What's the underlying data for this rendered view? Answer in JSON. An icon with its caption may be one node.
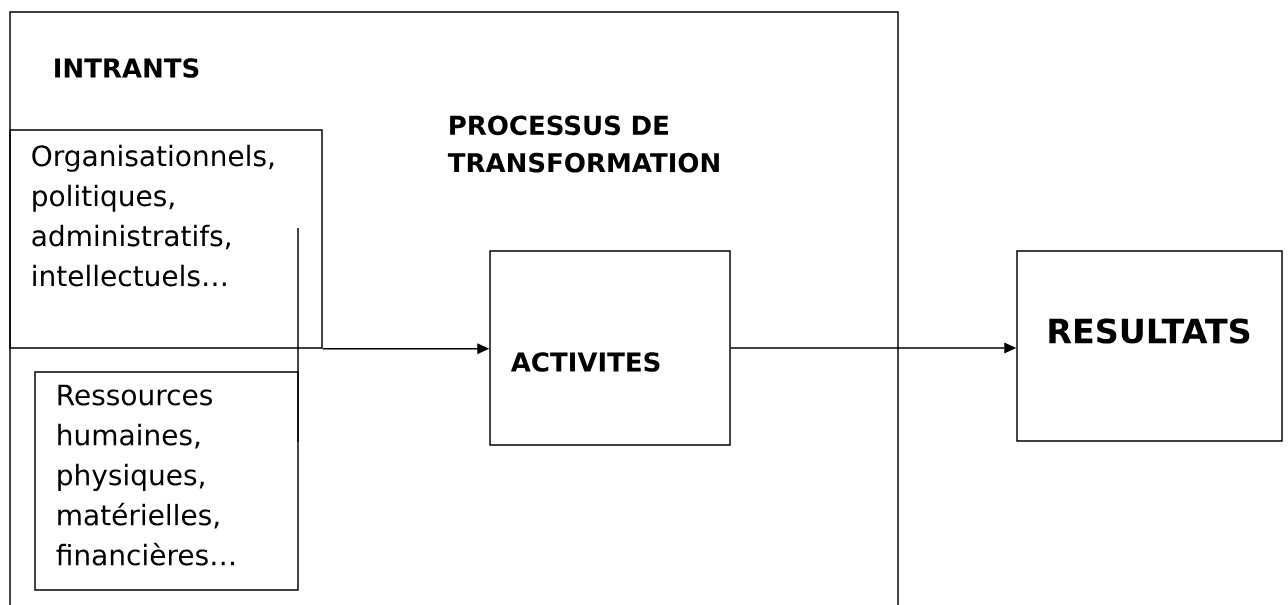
{
  "diagram": {
    "nodes": [
      {
        "text": [
          "INTRANTS",
          "PROCESSUS DE TRANSFORMATION"
        ]
      },
      {
        "text": [
          "Organisationnels, politiques, administratifs, intellectuels…"
        ],
        "in": 0
      },
      {
        "text": [
          "Ressources humaines, physiques, matérielles, financières…"
        ],
        "in": 0
      },
      {
        "text": [
          "ACTIVITES"
        ],
        "in": 0
      },
      {
        "text": [
          "RESULTATS"
        ]
      }
    ],
    "edges": [
      {
        "from": 1,
        "to": 3,
        "arrow": "to"
      },
      {
        "from": 3,
        "to": 4,
        "arrow": "to"
      }
    ]
  }
}
